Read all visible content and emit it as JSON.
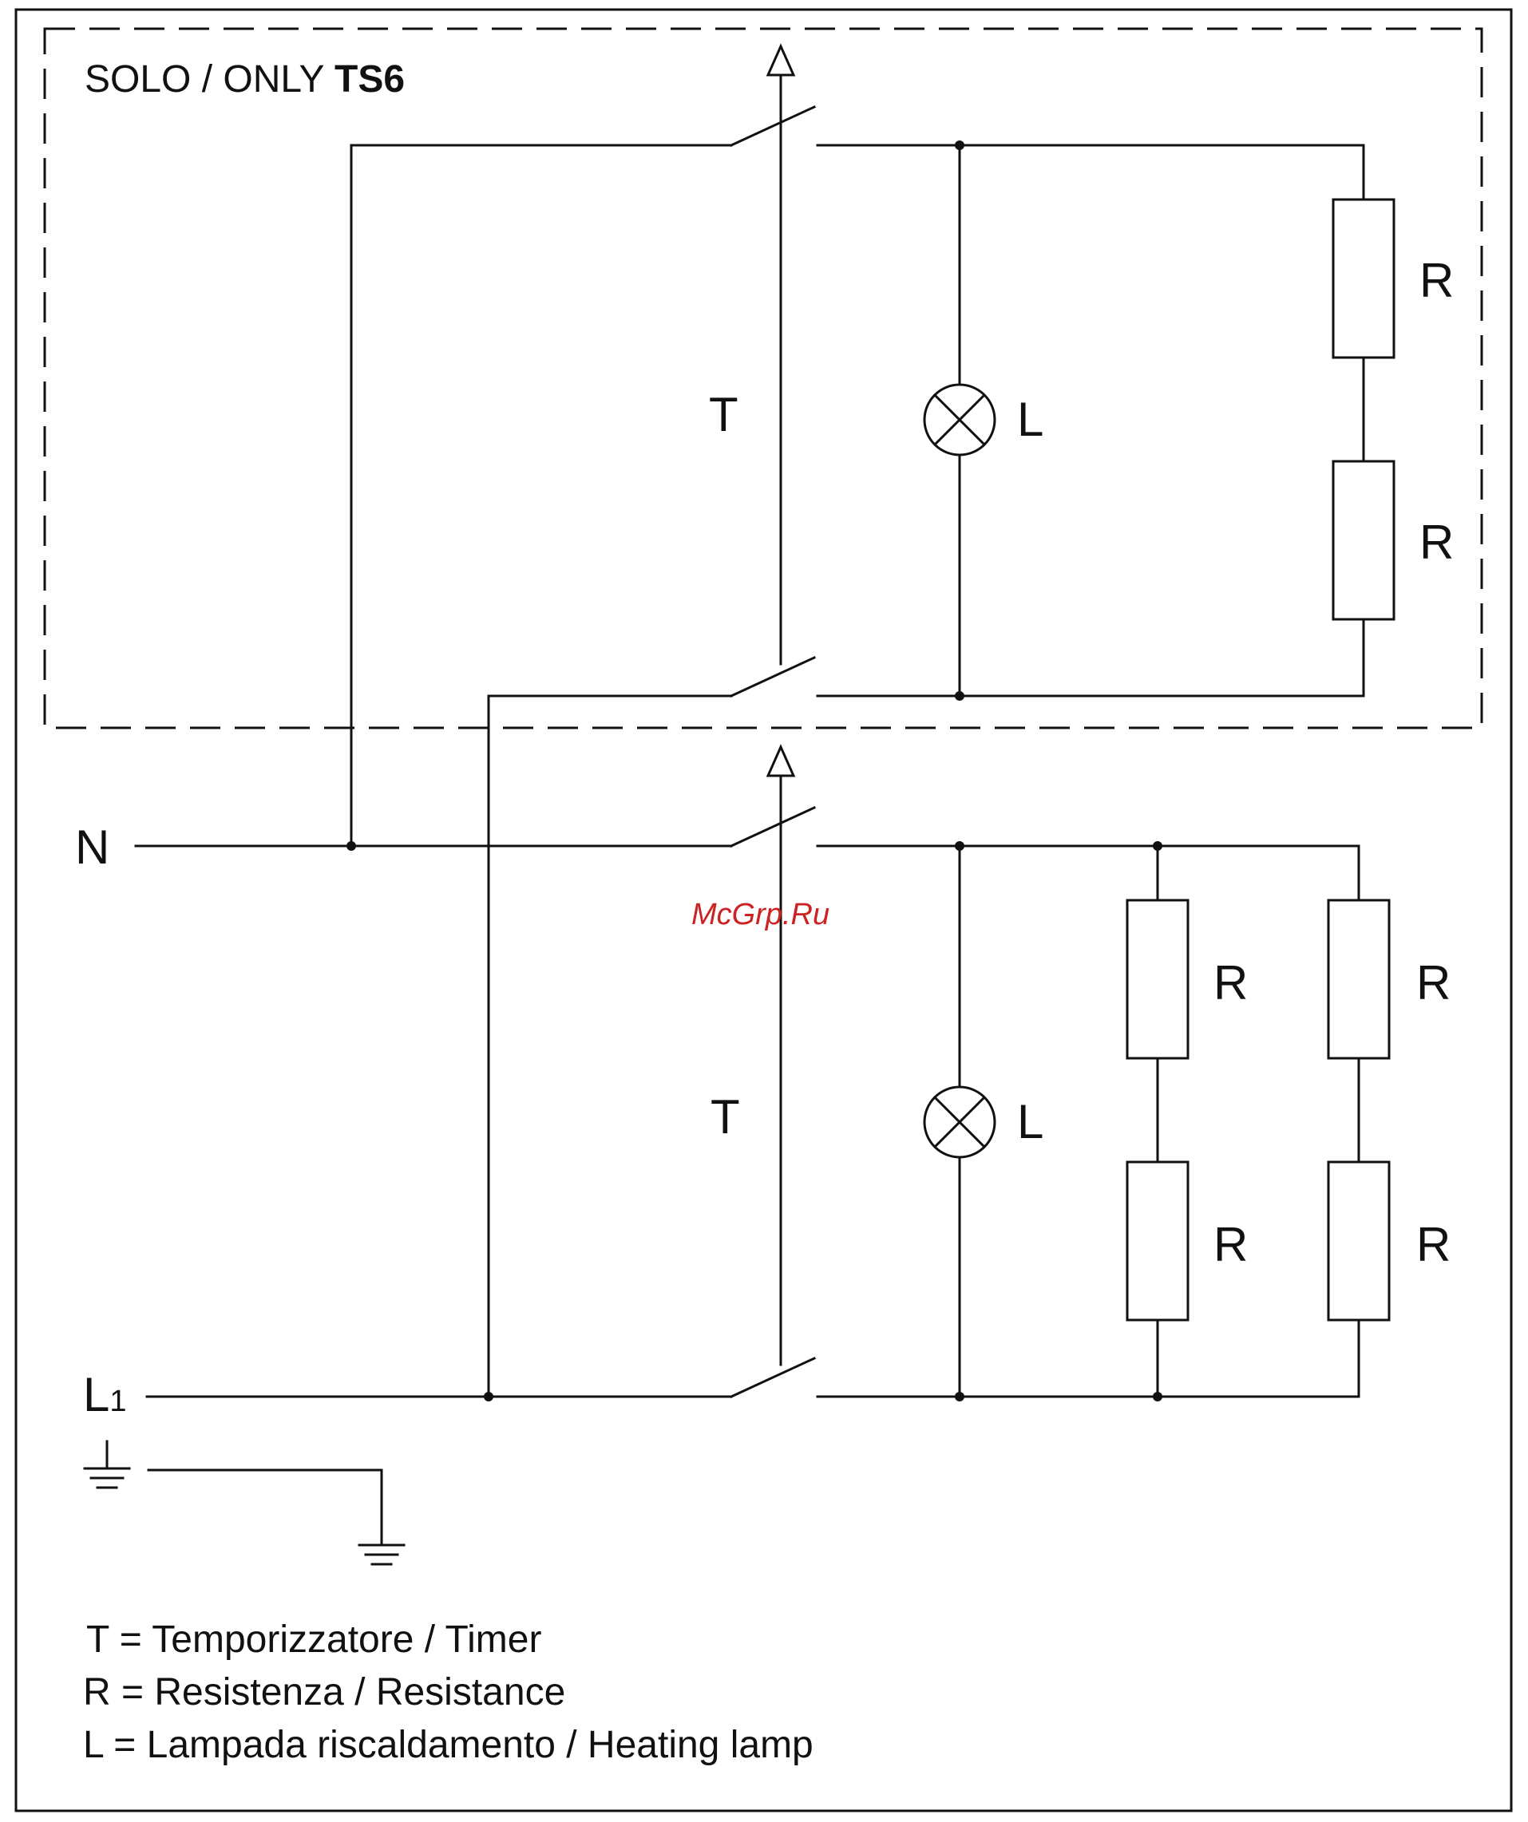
{
  "header": {
    "prefix": "SOLO / ONLY ",
    "model": "TS6"
  },
  "labels": {
    "neutral": "N",
    "line": "L",
    "line_sub": "1",
    "timer": "T",
    "lamp": "L",
    "resistor": "R"
  },
  "legend": [
    "T = Temporizzatore / Timer",
    "R = Resistenza / Resistance",
    "L = Lampada riscaldamento / Heating lamp"
  ],
  "watermark": "McGrp.Ru"
}
